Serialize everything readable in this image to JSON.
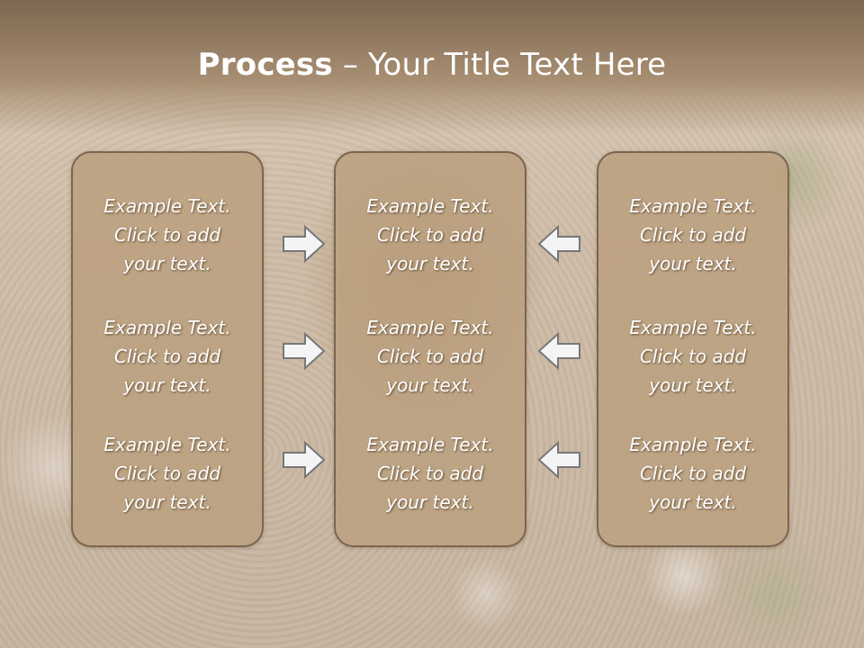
{
  "slide": {
    "title_bold": "Process",
    "title_dash": " – ",
    "title_rest": "Your Title Text Here"
  },
  "columns": [
    {
      "blocks": [
        {
          "line1": "Example Text.",
          "line2": "Click  to add",
          "line3": "your text."
        },
        {
          "line1": "Example Text.",
          "line2": "Click  to add",
          "line3": "your text."
        },
        {
          "line1": "Example Text.",
          "line2": "Click  to add",
          "line3": "your text."
        }
      ]
    },
    {
      "blocks": [
        {
          "line1": "Example Text.",
          "line2": "Click  to add",
          "line3": "your text."
        },
        {
          "line1": "Example Text.",
          "line2": "Click  to add",
          "line3": "your text."
        },
        {
          "line1": "Example Text.",
          "line2": "Click  to add",
          "line3": "your text."
        }
      ]
    },
    {
      "blocks": [
        {
          "line1": "Example Text.",
          "line2": "Click  to add",
          "line3": "your text."
        },
        {
          "line1": "Example Text.",
          "line2": "Click  to add",
          "line3": "your text."
        },
        {
          "line1": "Example Text.",
          "line2": "Click  to add",
          "line3": "your text."
        }
      ]
    }
  ],
  "arrows": {
    "left_group": "arrow-right-icon",
    "right_group": "arrow-left-icon"
  },
  "colors": {
    "header": "#7d6750",
    "panel_fill": "#bba080",
    "panel_border": "#7b6550",
    "text": "#ffffff",
    "arrow_fill": "#f4f4f4",
    "arrow_stroke": "#777777"
  }
}
